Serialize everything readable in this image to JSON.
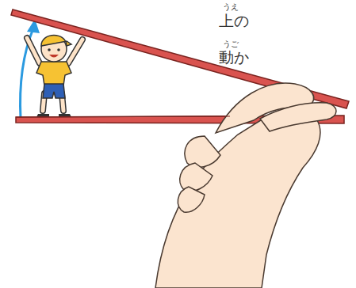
{
  "diagram": {
    "labels": [
      "うえ",
      "上の",
      "うご",
      "動か"
    ]
  }
}
